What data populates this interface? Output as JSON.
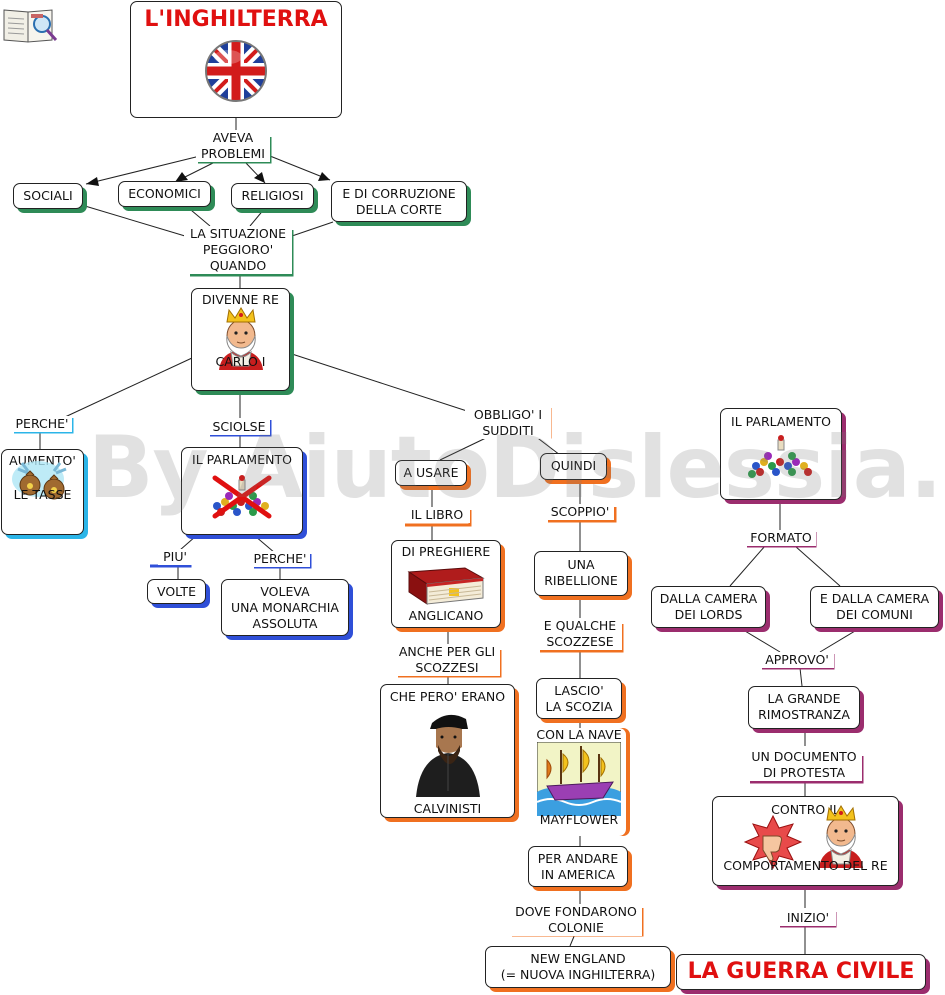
{
  "nodes": {
    "inghilterra": {
      "text": "L'INGHILTERRA",
      "accent": "#2e8b57"
    },
    "sociali": {
      "text": "SOCIALI",
      "accent": "#2e8b57"
    },
    "economici": {
      "text": "ECONOMICI",
      "accent": "#2e8b57"
    },
    "religiosi": {
      "text": "RELIGIOSI",
      "accent": "#2e8b57"
    },
    "corruzione": {
      "text": "E DI CORRUZIONE\nDELLA CORTE",
      "accent": "#2e8b57"
    },
    "carlo": {
      "top": "DIVENNE RE",
      "bottom": "CARLO I",
      "accent": "#2e8b57"
    },
    "aumento": {
      "top": "AUMENTO'",
      "bottom": "LE TASSE",
      "accent": "#2bb5e8"
    },
    "parl1": {
      "text": "IL PARLAMENTO",
      "accent": "#2f4fd8"
    },
    "volte": {
      "text": "VOLTE",
      "accent": "#2f4fd8"
    },
    "monarchia": {
      "text": "VOLEVA\nUNA MONARCHIA\nASSOLUTA",
      "accent": "#2f4fd8"
    },
    "ausare": {
      "text": "A USARE",
      "accent": "#f07020"
    },
    "quindi": {
      "text": "QUINDI",
      "accent": "#f07020"
    },
    "preghiere": {
      "top": "DI PREGHIERE",
      "bottom": "ANGLICANO",
      "accent": "#f07020"
    },
    "ribellione": {
      "text": "UNA\nRIBELLIONE",
      "accent": "#f07020"
    },
    "calvinisti": {
      "top": "CHE PERO' ERANO",
      "bottom": "CALVINISTI",
      "accent": "#f07020"
    },
    "lascio": {
      "text": "LASCIO'\nLA SCOZIA",
      "accent": "#f07020"
    },
    "nave": {
      "top": "CON LA NAVE",
      "bottom": "MAYFLOWER",
      "accent": "#f07020"
    },
    "america": {
      "text": "PER ANDARE\nIN AMERICA",
      "accent": "#f07020"
    },
    "newengland": {
      "text": "NEW ENGLAND\n(= NUOVA INGHILTERRA)",
      "accent": "#f07020"
    },
    "parl2": {
      "text": "IL PARLAMENTO",
      "accent": "#9b2d6e"
    },
    "lords": {
      "text": "DALLA CAMERA\nDEI LORDS",
      "accent": "#9b2d6e"
    },
    "comuni": {
      "text": "E DALLA CAMERA\nDEI COMUNI",
      "accent": "#9b2d6e"
    },
    "rimostranza": {
      "text": "LA GRANDE\nRIMOSTRANZA",
      "accent": "#9b2d6e"
    },
    "contro": {
      "top": "CONTRO IL",
      "bottom": "COMPORTAMENTO DEL RE",
      "accent": "#9b2d6e"
    },
    "guerra": {
      "text": "LA GUERRA CIVILE",
      "accent": "#9b2d6e"
    }
  },
  "labels": {
    "aveva": "AVEVA\nPROBLEMI",
    "situazione": "LA SITUAZIONE\nPEGGIORO'\nQUANDO",
    "perche1": "PERCHE'",
    "sciolse": "SCIOLSE",
    "obbligo": "OBBLIGO' I\nSUDDITI",
    "piu": "PIU'",
    "perche2": "PERCHE'",
    "libro": "IL LIBRO",
    "scoppio": "SCOPPIO'",
    "scozzesi": "ANCHE PER GLI\nSCOZZESI",
    "qualche": "E QUALCHE\nSCOZZESE",
    "fondarono": "DOVE FONDARONO\nCOLONIE",
    "formato": "FORMATO",
    "approvo": "APPROVO'",
    "documento": "UN DOCUMENTO\nDI PROTESTA",
    "inizio": "INIZIO'"
  },
  "watermark": "By AiutoDislessia.net",
  "icons": [
    "book-logo-icon",
    "union-jack-icon",
    "king-icon",
    "money-bags-icon",
    "parliament-icon",
    "red-cross-icon",
    "red-book-icon",
    "calvin-portrait-icon",
    "mayflower-ship-icon",
    "thumbs-down-icon"
  ]
}
